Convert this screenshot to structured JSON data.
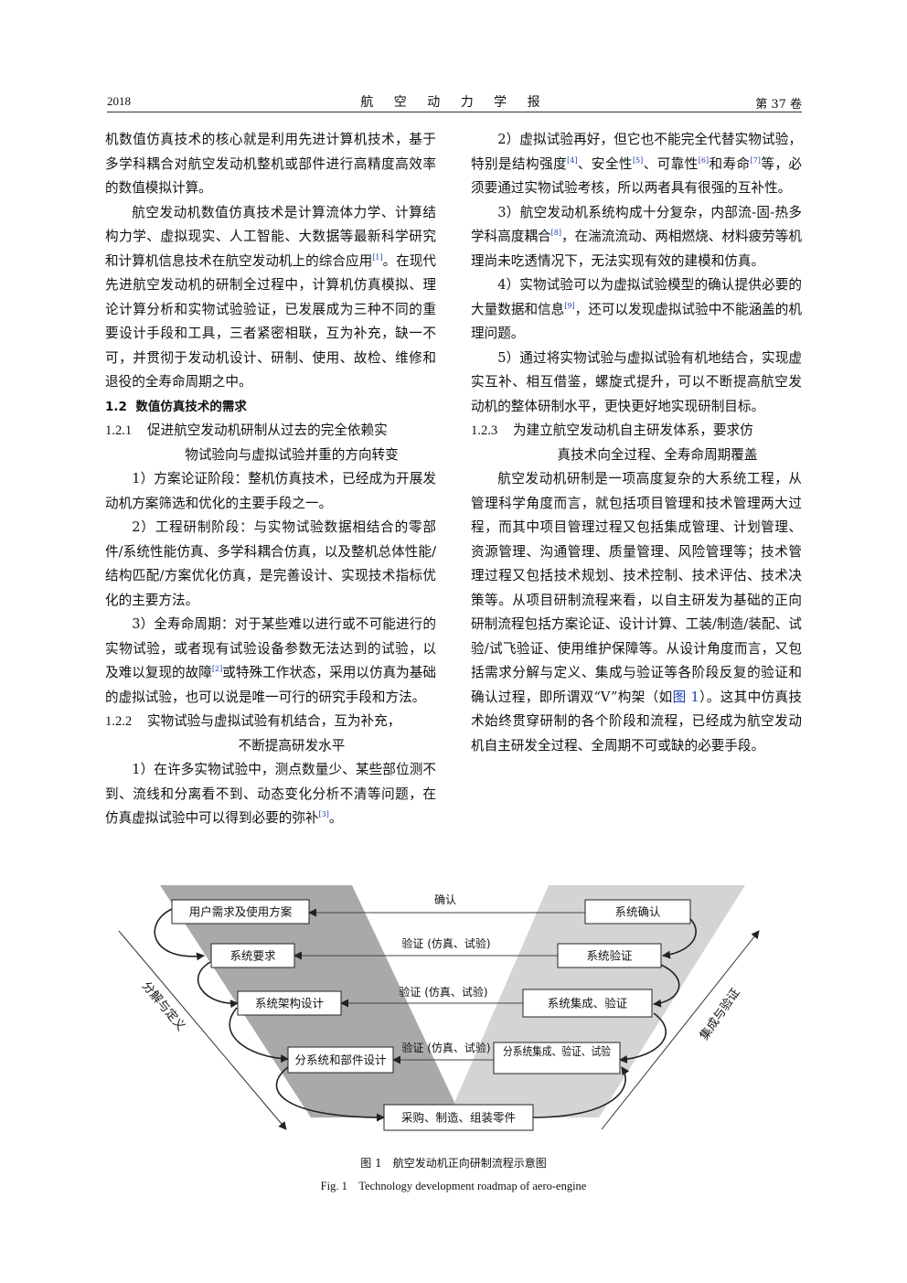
{
  "header": {
    "year": "2018",
    "journal": "航 空 动 力 学 报",
    "volume": "第 37 卷"
  },
  "left_column": {
    "p1": "机数值仿真技术的核心就是利用先进计算机技术，基于多学科耦合对航空发动机整机或部件进行高精度高效率的数值模拟计算。",
    "p2a": "航空发动机数值仿真技术是计算流体力学、计算结构力学、虚拟现实、人工智能、大数据等最新科学研究和计算机信息技术在航空发动机上的综合应用",
    "p2_ref": "[1]",
    "p2b": "。在现代先进航空发动机的研制全过程中，计算机仿真模拟、理论计算分析和实物试验验证，已发展成为三种不同的重要设计手段和工具，三者紧密相联，互为补充，缺一不可，并贯彻于发动机设计、研制、使用、故检、维修和退役的全寿命周期之中。",
    "sec_num": "1.2",
    "sec_title": "数值仿真技术的需求",
    "s121_num": "1.2.1",
    "s121_line1": "促进航空发动机研制从过去的完全依赖实",
    "s121_line2": "物试验向与虚拟试验并重的方向转变",
    "i1": "1）方案论证阶段：整机仿真技术，已经成为开展发动机方案筛选和优化的主要手段之一。",
    "i2": "2）工程研制阶段：与实物试验数据相结合的零部件/系统性能仿真、多学科耦合仿真，以及整机总体性能/结构匹配/方案优化仿真，是完善设计、实现技术指标优化的主要方法。",
    "i3a": "3）全寿命周期：对于某些难以进行或不可能进行的实物试验，或者现有试验设备参数无法达到的试验，以及难以复现的故障",
    "i3_ref": "[2]",
    "i3b": "或特殊工作状态，采用以仿真为基础的虚拟试验，也可以说是唯一可行的研究手段和方法。",
    "s122_num": "1.2.2",
    "s122_line1": "实物试验与虚拟试验有机结合，互为补充，",
    "s122_line2": "不断提高研发水平",
    "j1a": "1）在许多实物试验中，测点数量少、某些部位测不到、流线和分离看不到、动态变化分析不清等问题，在仿真虚拟试验中可以得到必要的弥补",
    "j1_ref": "[3]",
    "j1b": "。"
  },
  "right_column": {
    "j2a": "2）虚拟试验再好，但它也不能完全代替实物试验，特别是结构强度",
    "j2_ref4": "[4]",
    "j2b": "、安全性",
    "j2_ref5": "[5]",
    "j2c": "、可靠性",
    "j2_ref6": "[6]",
    "j2d": "和寿命",
    "j2_ref7": "[7]",
    "j2e": "等，必须要通过实物试验考核，所以两者具有很强的互补性。",
    "j3a": "3）航空发动机系统构成十分复杂，内部流-固-热多学科高度耦合",
    "j3_ref": "[8]",
    "j3b": "，在湍流流动、两相燃烧、材料疲劳等机理尚未吃透情况下，无法实现有效的建模和仿真。",
    "j4a": "4）实物试验可以为虚拟试验模型的确认提供必要的大量数据和信息",
    "j4_ref": "[9]",
    "j4b": "，还可以发现虚拟试验中不能涵盖的机理问题。",
    "j5": "5）通过将实物试验与虚拟试验有机地结合，实现虚实互补、相互借鉴，螺旋式提升，可以不断提高航空发动机的整体研制水平，更快更好地实现研制目标。",
    "s123_num": "1.2.3",
    "s123_line1": "为建立航空发动机自主研发体系，要求仿",
    "s123_line2": "真技术向全过程、全寿命周期覆盖",
    "k1a": "航空发动机研制是一项高度复杂的大系统工程，从管理科学角度而言，就包括项目管理和技术管理两大过程，而其中项目管理过程又包括集成管理、计划管理、资源管理、沟通管理、质量管理、风险管理等；技术管理过程又包括技术规划、技术控制、技术评估、技术决策等。从项目研制流程来看，以自主研发为基础的正向研制流程包括方案论证、设计计算、工装/制造/装配、试验/试飞验证、使用维护保障等。从设计角度而言，又包括需求分解与定义、集成与验证等各阶段反复的验证和确认过程，即所谓双“V”构架（如",
    "k1_ref": "图 1",
    "k1b": "）。这其中仿真技术始终贯穿研制的各个阶段和流程，已经成为航空发动机自主研发全过程、全周期不可或缺的必要手段。"
  },
  "figure": {
    "left_boxes": [
      "用户需求及使用方案",
      "系统要求",
      "系统架构设计",
      "分系统和部件设计"
    ],
    "right_boxes": [
      "系统确认",
      "系统验证",
      "系统集成、验证",
      "分系统集成、验证、试验"
    ],
    "bottom_box": "采购、制造、组装零件",
    "arrow_labels": [
      "确认",
      "验证 (仿真、试验)",
      "验证 (仿真、试验)",
      "验证 (仿真、试验)"
    ],
    "side_left": "分解与定义",
    "side_right": "集成与验证",
    "caption_cn": "图 1　航空发动机正向研制流程示意图",
    "caption_en": "Fig. 1　Technology development roadmap of aero-engine"
  }
}
